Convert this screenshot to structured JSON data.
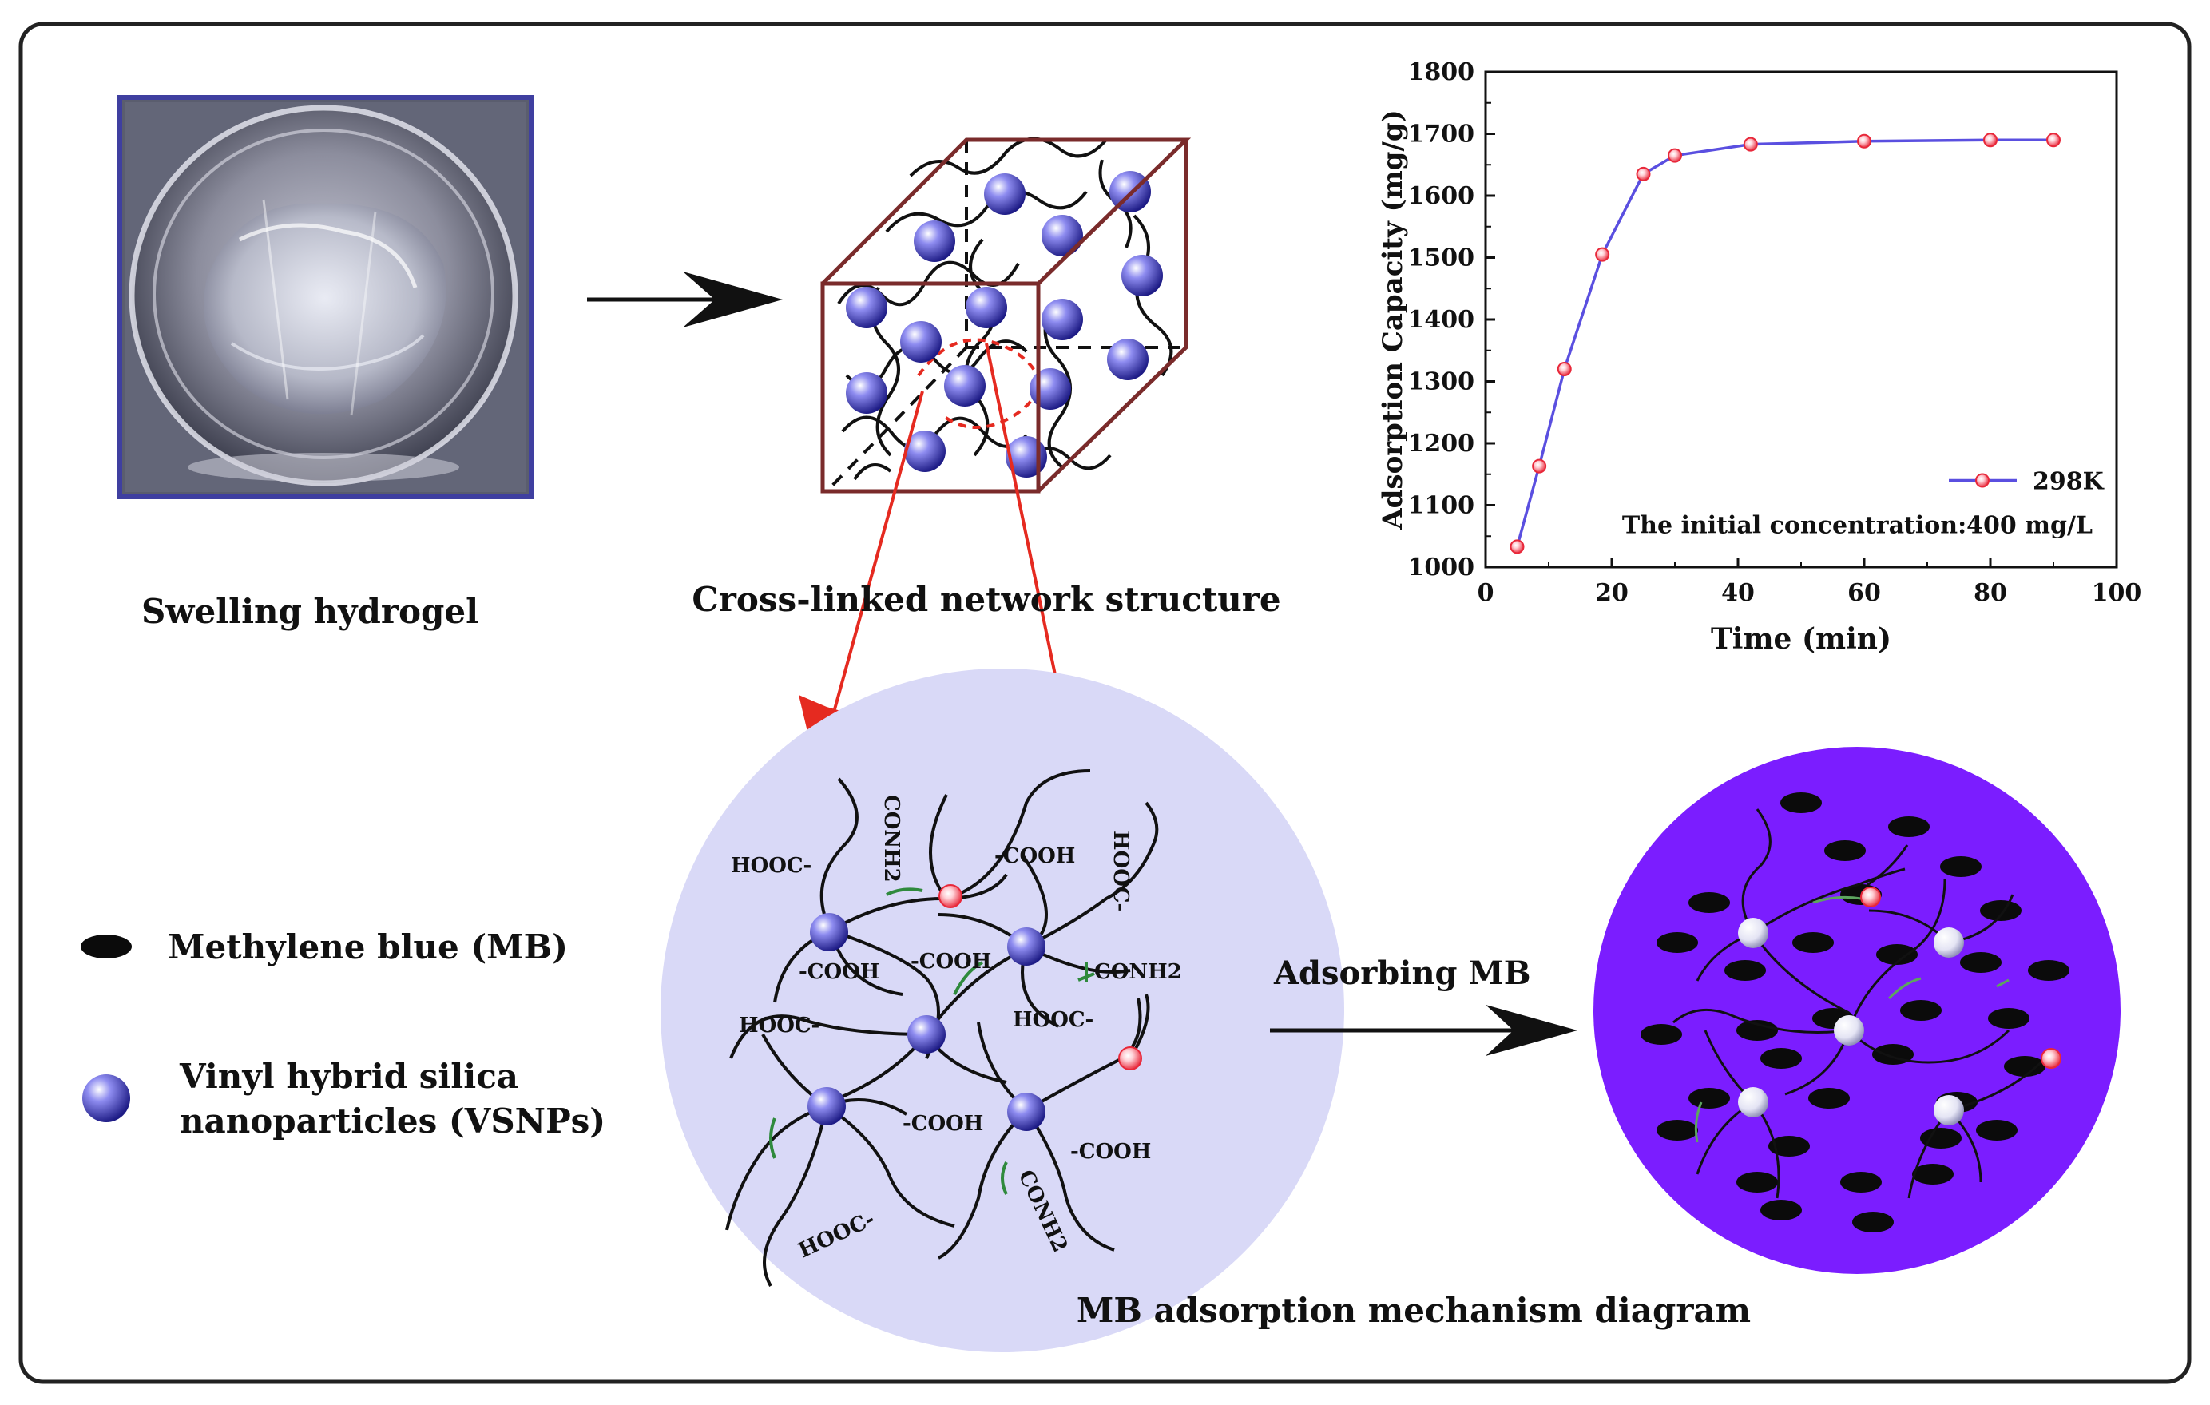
{
  "labels": {
    "swelling": "Swelling hydrogel",
    "network": "Cross-linked network structure",
    "mechanism": "MB adsorption mechanism diagram",
    "adsorbing": "Adsorbing MB"
  },
  "legend": {
    "mb": "Methylene blue (MB)",
    "vsnp_line1": "Vinyl hybrid silica",
    "vsnp_line2": "nanoparticles (VSNPs)"
  },
  "groups": {
    "g1": "HOOC-",
    "g2": "CONH2",
    "g3": "-COOH",
    "g4": "HOOC-",
    "g5": "-COOH",
    "g6": "-COOH",
    "g7": "CONH2",
    "g8": "HOOC-",
    "g9": "HOOC-",
    "g10": "-COOH",
    "g11": "-COOH",
    "g12": "CONH2",
    "g13": "HOOC-"
  },
  "colors": {
    "vsnp": "#2c2aa8",
    "crosslinker": "#e8283a",
    "left_circle": "#d9d9f7",
    "right_circle": "#7b1dff",
    "arrow_red": "#e52a20",
    "cube_edge": "#7a2b2b",
    "series_line": "#5a4fe0",
    "series_marker": "#e8283a"
  },
  "icons": {
    "mb": "black-ellipse",
    "vsnp": "blue-sphere",
    "arrow": "black-arrowhead"
  },
  "chart_data": {
    "type": "line",
    "xlabel": "Time (min)",
    "ylabel": "Adsorption Capacity (mg/g)",
    "xlim": [
      0,
      100
    ],
    "ylim": [
      1000,
      1800
    ],
    "xticks": [
      0,
      20,
      40,
      60,
      80,
      100
    ],
    "yticks": [
      1000,
      1100,
      1200,
      1300,
      1400,
      1500,
      1600,
      1700,
      1800
    ],
    "annotation": "The initial concentration:400 mg/L",
    "legend_position": "bottom-right",
    "grid": false,
    "series": [
      {
        "name": "298K",
        "x": [
          5,
          8.5,
          12.5,
          18.5,
          25,
          30,
          42,
          60,
          80,
          90
        ],
        "y": [
          1033,
          1163,
          1320,
          1505,
          1635,
          1665,
          1683,
          1688,
          1690,
          1690
        ]
      }
    ]
  }
}
